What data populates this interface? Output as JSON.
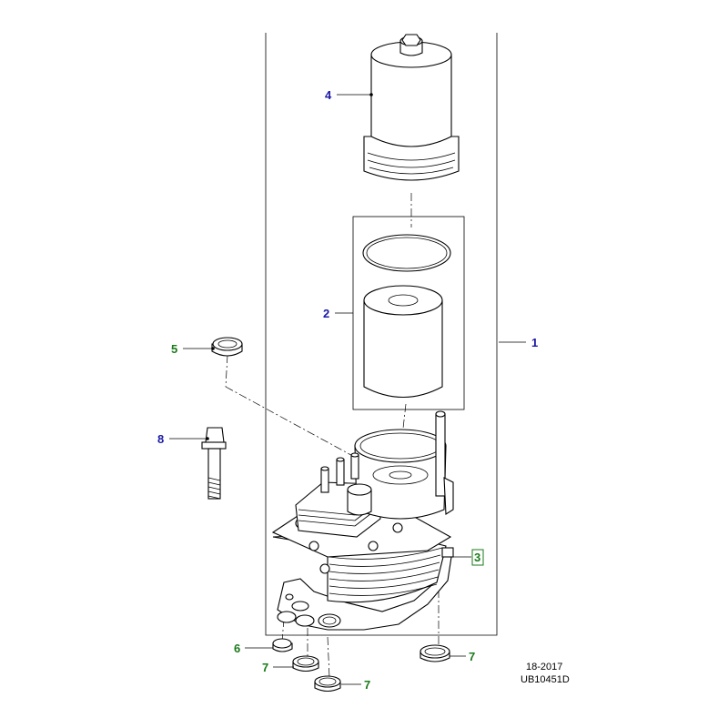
{
  "callouts": [
    {
      "id": "c1",
      "text": "1",
      "color": "#1a1aa6"
    },
    {
      "id": "c2",
      "text": "2",
      "color": "#1a1aa6"
    },
    {
      "id": "c3",
      "text": "3",
      "color": "#1a7a1a",
      "boxed": true
    },
    {
      "id": "c4",
      "text": "4",
      "color": "#1a1aa6"
    },
    {
      "id": "c5",
      "text": "5",
      "color": "#1a7a1a"
    },
    {
      "id": "c6",
      "text": "6",
      "color": "#1a7a1a"
    },
    {
      "id": "c7a",
      "text": "7",
      "color": "#1a7a1a"
    },
    {
      "id": "c7b",
      "text": "7",
      "color": "#1a7a1a"
    },
    {
      "id": "c7c",
      "text": "7",
      "color": "#1a7a1a"
    },
    {
      "id": "c8",
      "text": "8",
      "color": "#1a1aa6"
    }
  ],
  "reference": {
    "date_code": "18-2017",
    "drawing_id": "UB10451D"
  }
}
